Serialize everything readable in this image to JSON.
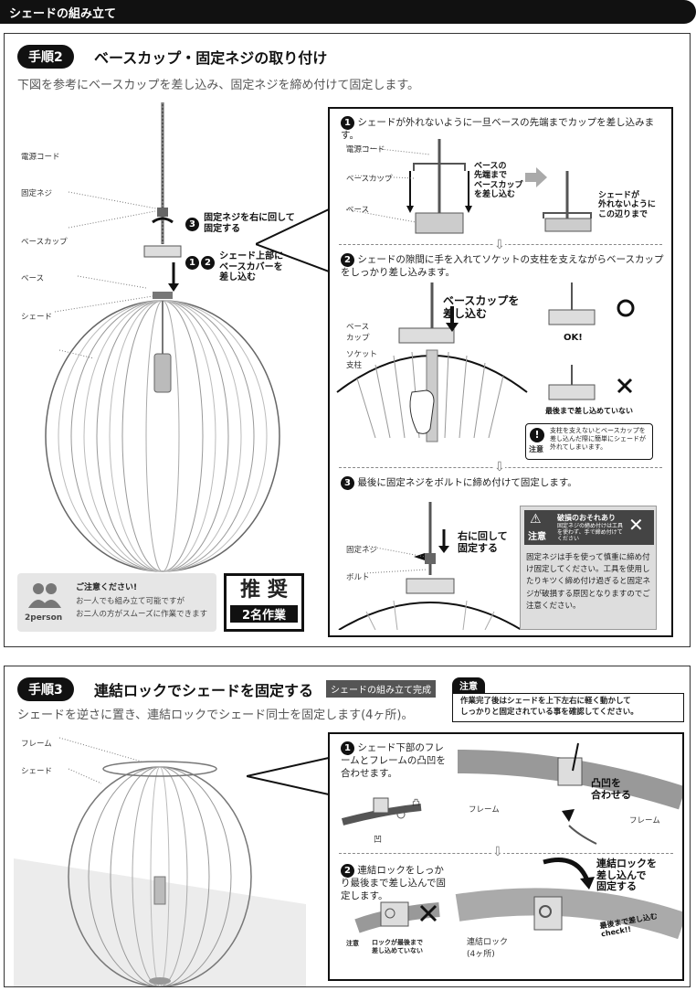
{
  "header": {
    "title": "シェードの組み立て"
  },
  "step2": {
    "badge": "手順2",
    "title": "ベースカップ・固定ネジの取り付け",
    "description": "下図を参考にベースカップを差し込み、固定ネジを締め付けて固定します。",
    "labels": {
      "cord": "電源コード",
      "screw": "固定ネジ",
      "cup": "ベースカップ",
      "base": "ベース",
      "shade": "シェード"
    },
    "callout3": "固定ネジを右に回して\n固定する",
    "callout12": "シェード上部に\nベースカバーを\n差し込む",
    "notice": {
      "title": "ご注意ください!",
      "line1": "お一人でも組み立て可能ですが",
      "line2": "お二人の方がスムーズに作業できます",
      "person_label": "2person"
    },
    "recommend": {
      "big": "推 奨",
      "small": "2名作業"
    },
    "sub1": {
      "num": "1",
      "text": "シェードが外れないように一旦ベースの先端までカップを差し込みます。",
      "labels": {
        "cord": "電源コード",
        "cup": "ベースカップ",
        "base": "ベース"
      },
      "note": "ベースの\n先端まで\nベースカップ\nを差し込む",
      "note2": "シェードが\n外れないように\nこの辺りまで"
    },
    "sub2": {
      "num": "2",
      "text": "シェードの隙間に手を入れてソケットの支柱を支えながらベースカップをしっかり差し込みます。",
      "labels": {
        "base": "ベース\nカップ",
        "socket": "ソケット\n支柱"
      },
      "push": "ベースカップを\n差し込む",
      "ok": "OK!",
      "ng": "最後まで差し込めていない",
      "caution_label": "注意",
      "caution": "支柱を支えないとベースカップを差し込んだ際に簡単にシェードが外れてしまいます。"
    },
    "sub3": {
      "num": "3",
      "text": "最後に固定ネジをボルトに締め付けて固定します。",
      "labels": {
        "screw": "固定ネジ",
        "bolt": "ボルト"
      },
      "turn": "右に回して\n固定する",
      "warn_head": "破損のおそれあり",
      "warn_label": "注意",
      "warn_small": "固定ネジの締め付けは工具を使わず、手で締め付けてください",
      "warn_body": "固定ネジは手を使って慎重に締め付け固定してください。工具を使用したりキツく締め付け過ぎると固定ネジが破損する原因となりますのでご注意ください。"
    }
  },
  "step3": {
    "badge": "手順3",
    "title": "連結ロックでシェードを固定する",
    "complete_tag": "シェードの組み立て完成",
    "description": "シェードを逆さに置き、連結ロックでシェード同士を固定します(4ヶ所)。",
    "labels": {
      "frame": "フレーム",
      "shade": "シェード"
    },
    "caution_title": "注意",
    "caution_text": "作業完了後はシェードを上下左右に軽く動かして\nしっかりと固定されている事を確認してください。",
    "sub1": {
      "num": "1",
      "text": "シェード下部のフレームとフレームの凸凹を合わせます。",
      "convex": "凸",
      "concave": "凹",
      "frame1": "フレーム",
      "frame2": "フレーム",
      "align": "凸凹を\n合わせる"
    },
    "sub2": {
      "num": "2",
      "text": "連結ロックをしっかり最後まで差し込んで固定します。",
      "ng_label": "注意",
      "ng": "ロックが最後まで\n差し込めていない",
      "lock_label": "連結ロック\n(4ヶ所)",
      "push": "連結ロックを\n差し込んで\n固定する",
      "check": "最後まで差し込む\ncheck!!"
    }
  }
}
